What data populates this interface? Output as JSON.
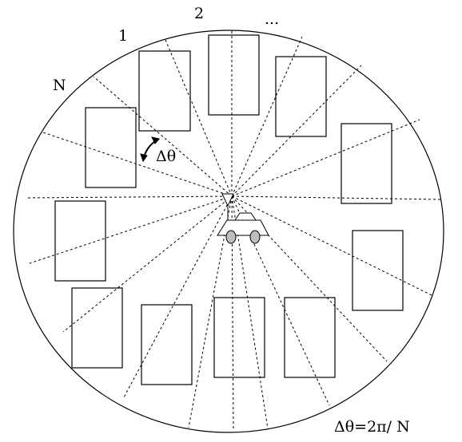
{
  "labels": {
    "sector_1": "1",
    "sector_2": "2",
    "sector_more": "...",
    "sector_n": "N",
    "delta_theta": "Δθ",
    "formula": "Δθ=2π/ N"
  },
  "colors": {
    "stroke": "#000000",
    "background": "#ffffff",
    "wheel_fill": "#bdbdbd"
  },
  "icons": {
    "rotation_arrow": "curved-double-arrow-icon",
    "robot": "robot-car-with-antenna-icon"
  }
}
